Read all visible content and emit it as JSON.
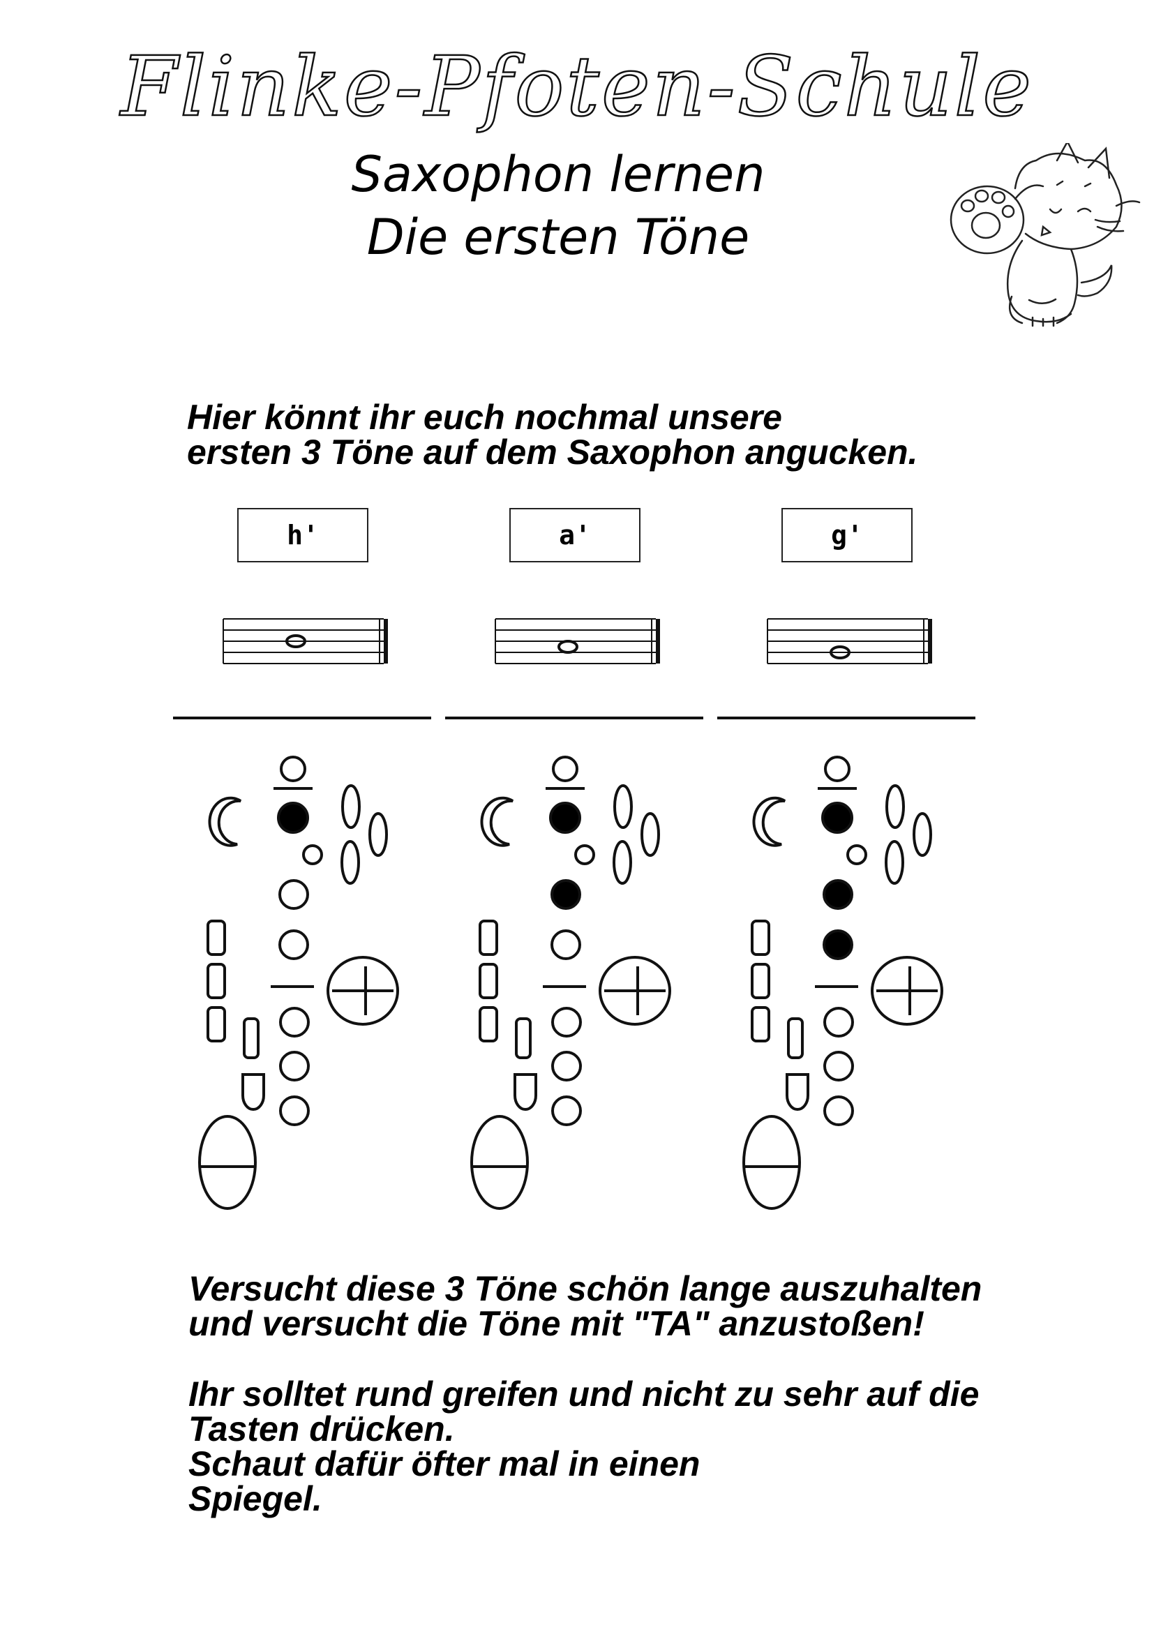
{
  "header": {
    "brand": "Flinke-Pfoten-Schule",
    "subtitle_line1": "Saxophon lernen",
    "subtitle_line2": "Die ersten Töne"
  },
  "intro": {
    "line1": "Hier könnt ihr euch nochmal unsere",
    "line2": "ersten 3 Töne auf dem Saxophon angucken."
  },
  "notes": [
    {
      "name": "h'",
      "staff_position": "middle line",
      "closed_main_keys": 1
    },
    {
      "name": "a'",
      "staff_position": "second space",
      "closed_main_keys": 2
    },
    {
      "name": "g'",
      "staff_position": "second line",
      "closed_main_keys": 3
    }
  ],
  "instructions": {
    "p1_line1": "Versucht diese 3 Töne schön lange auszuhalten",
    "p1_line2": "und versucht die Töne mit \"TA\" anzustoßen!",
    "p2_line1": "Ihr solltet rund greifen und nicht zu sehr auf die",
    "p2_line2": "Tasten drücken.",
    "p2_line3": "Schaut dafür öfter mal in einen",
    "p2_line4": "Spiegel."
  }
}
